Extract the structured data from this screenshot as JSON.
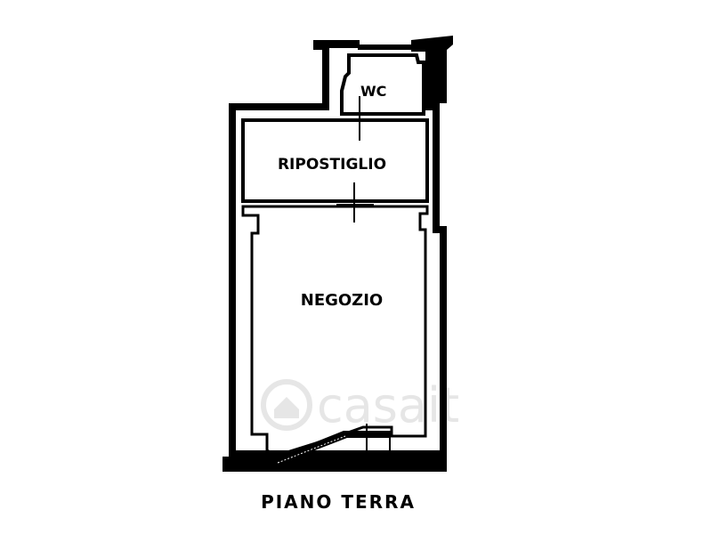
{
  "plan": {
    "rooms": {
      "wc": "WC",
      "ripostiglio": "RIPOSTIGLIO",
      "negozio": "NEGOZIO"
    },
    "floor_label": "PIANO TERRA",
    "watermark": "casait"
  },
  "colors": {
    "ink": "#000000",
    "paper": "#ffffff",
    "watermark": "#e6e6e6"
  }
}
